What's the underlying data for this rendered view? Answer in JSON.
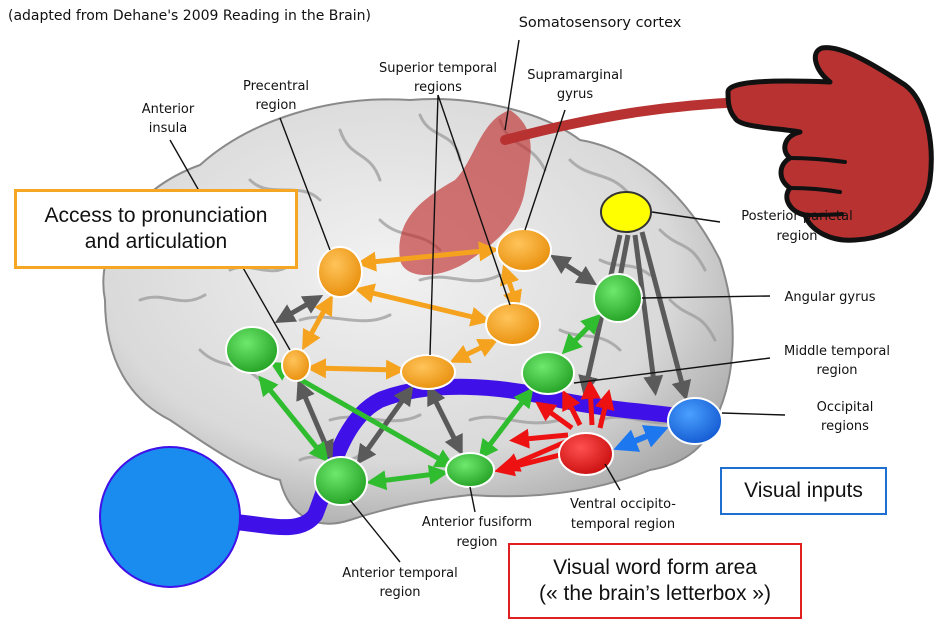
{
  "credit": "(adapted from Dehane's 2009 Reading in the Brain)",
  "labels": {
    "somatosensory": "Somatosensory cortex",
    "supramarginal": [
      "Supramarginal",
      "gyrus"
    ],
    "superior_temporal": [
      "Superior temporal",
      "regions"
    ],
    "precentral": [
      "Precentral",
      "region"
    ],
    "anterior_insula": [
      "Anterior",
      "insula"
    ],
    "posterior_parietal": [
      "Posterior parietal",
      "region"
    ],
    "angular": "Angular gyrus",
    "middle_temporal": [
      "Middle temporal",
      "region"
    ],
    "occipital": [
      "Occipital",
      "regions"
    ],
    "ventral": [
      "Ventral occipito-",
      "temporal region"
    ],
    "anterior_fusiform": [
      "Anterior fusiform",
      "region"
    ],
    "anterior_temporal": [
      "Anterior temporal",
      "region"
    ]
  },
  "boxes": {
    "pronunciation": {
      "lines": [
        "Access to pronunciation",
        "and articulation"
      ],
      "color": "#f5a623"
    },
    "visual_inputs": {
      "lines": [
        "Visual inputs"
      ],
      "color": "#1f6fd1"
    },
    "vwfa": {
      "lines": [
        "Visual word form area",
        "(« the brain’s letterbox »)"
      ],
      "color": "#e02020"
    }
  },
  "colors": {
    "orange": "#f5a31e",
    "green": "#2fbd2f",
    "red": "#ee1111",
    "blue": "#1d78f0",
    "yellow": "#ffff00",
    "purple": "#3f10e8",
    "gray": "#5a5a5a",
    "hand": "#b83232",
    "big_circle": "#1a8cf0"
  }
}
